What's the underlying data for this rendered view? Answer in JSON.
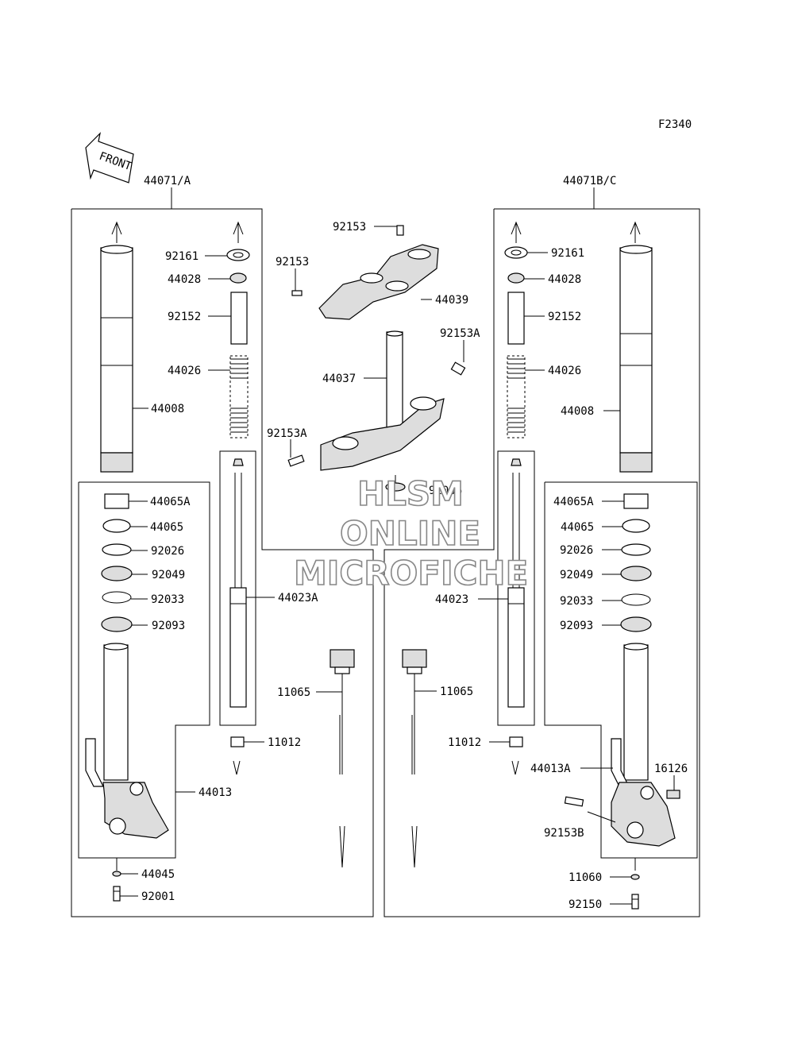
{
  "figure_code": "F2340",
  "front_arrow_text": "FRONT",
  "assemblies": {
    "left": "44071/A",
    "right": "44071B/C"
  },
  "watermark": {
    "line1": "HLSM",
    "line2": "ONLINE",
    "line3": "MICROFICHE"
  },
  "callouts": {
    "l_92161": "92161",
    "l_44028": "44028",
    "l_92152": "92152",
    "l_44026": "44026",
    "l_44008": "44008",
    "l_44065A": "44065A",
    "l_44065": "44065",
    "l_92026": "92026",
    "l_92049": "92049",
    "l_92033": "92033",
    "l_92093": "92093",
    "l_44023A": "44023A",
    "l_11065": "11065",
    "l_11012": "11012",
    "l_44013": "44013",
    "l_44045": "44045",
    "l_92001": "92001",
    "c_92153_top": "92153",
    "c_92153": "92153",
    "c_44039": "44039",
    "c_92153A_r": "92153A",
    "c_44037": "44037",
    "c_92153A_l": "92153A",
    "c_92066": "92066",
    "r_92161": "92161",
    "r_44028": "44028",
    "r_92152": "92152",
    "r_44026": "44026",
    "r_44008": "44008",
    "r_44065A": "44065A",
    "r_44065": "44065",
    "r_92026": "92026",
    "r_92049": "92049",
    "r_92033": "92033",
    "r_92093": "92093",
    "r_44023": "44023",
    "r_11065": "11065",
    "r_11012": "11012",
    "r_44013A": "44013A",
    "r_16126": "16126",
    "r_92153B": "92153B",
    "r_11060": "11060",
    "r_92150": "92150"
  }
}
